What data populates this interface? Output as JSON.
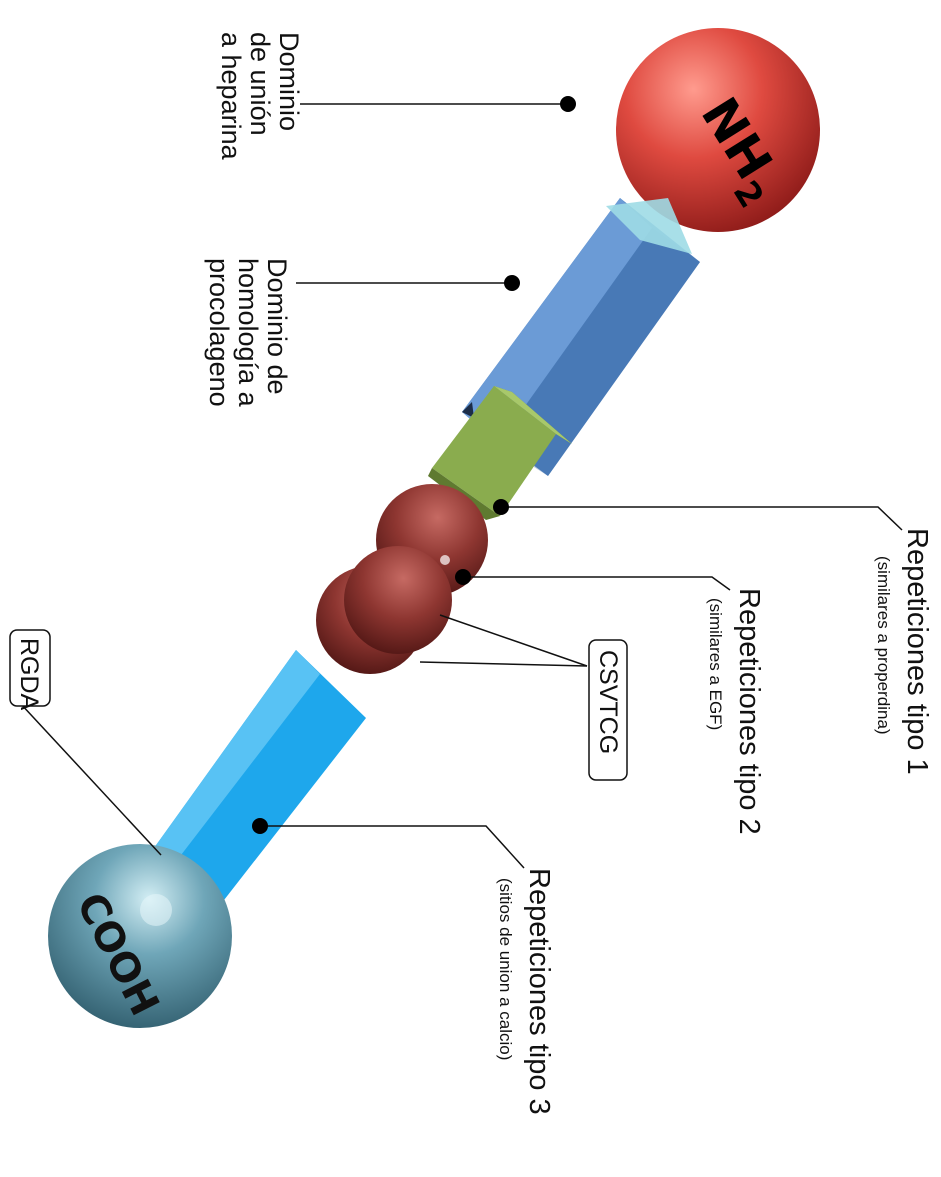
{
  "labels": {
    "heparin_domain": [
      "Dominio",
      "de unión",
      "a heparina"
    ],
    "procollagen_domain": [
      "Dominio de",
      "homología a",
      "procolageno"
    ],
    "type1": {
      "title": "Repeticiones tipo 1",
      "subtitle": "(similares a properdina)"
    },
    "type2": {
      "title": "Repeticiones tipo 2",
      "subtitle": "(similares a EGF)"
    },
    "type3": {
      "title": "Repeticiones tipo 3",
      "subtitle": "(sitios de union a calcio)"
    },
    "csvtcg": "CSVTCG",
    "rgda": "RGDA"
  },
  "termini": {
    "n_terminus": {
      "letters": "NH",
      "subscript": "2"
    },
    "c_terminus": "COOH"
  },
  "colors": {
    "n_sphere": "#d8473f",
    "c_sphere": "#5a93a5",
    "procollagen_bar": "#4f82c0",
    "type1_cube": "#8aac4e",
    "type2_beads": "#8e3631",
    "type3_bar": "#1ea7ec"
  }
}
